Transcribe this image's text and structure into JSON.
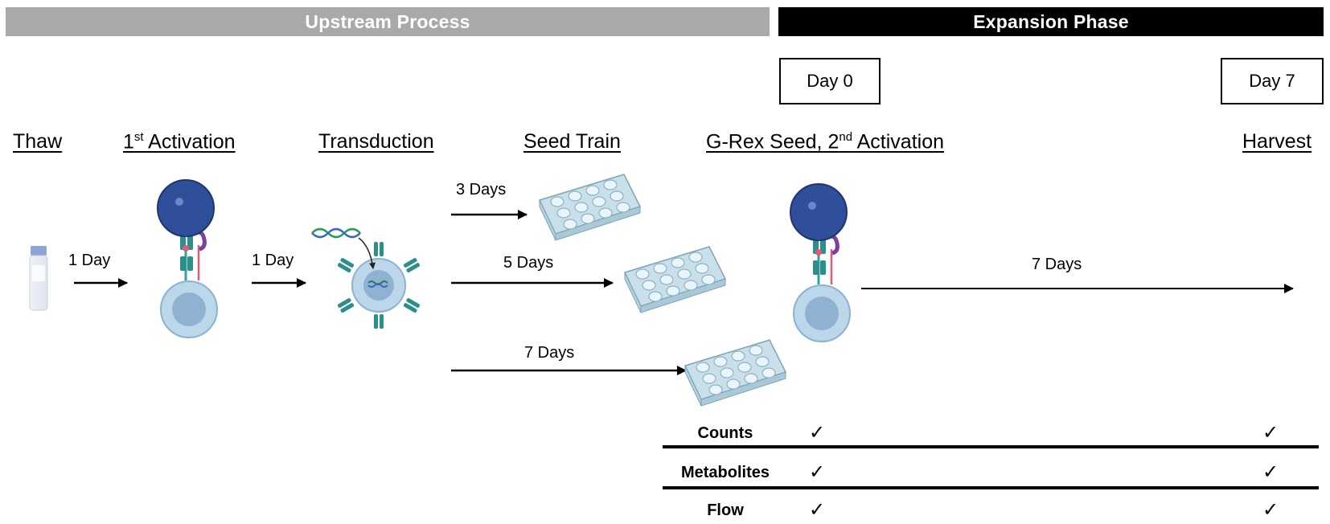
{
  "phases": {
    "upstream": {
      "label": "Upstream Process",
      "color": "#a9a9a9"
    },
    "expansion": {
      "label": "Expansion Phase",
      "color": "#000000"
    }
  },
  "days": {
    "day0": "Day 0",
    "day7": "Day 7"
  },
  "steps": {
    "thaw": "Thaw",
    "activation1_pre": "1",
    "activation1_sup": "st",
    "activation1_post": " Activation",
    "transduction": "Transduction",
    "seed_train": "Seed Train",
    "grex_pre": "G-Rex Seed, 2",
    "grex_sup": "nd",
    "grex_post": " Activation",
    "harvest": "Harvest"
  },
  "durations": {
    "thaw_to_act": "1 Day",
    "act_to_trans": "1 Day",
    "seed_3": "3 Days",
    "seed_5": "5 Days",
    "seed_7": "7 Days",
    "expansion": "7 Days"
  },
  "assays": {
    "rows": [
      {
        "label": "Counts",
        "day0": "✓",
        "day7": "✓"
      },
      {
        "label": "Metabolites",
        "day0": "✓",
        "day7": "✓"
      },
      {
        "label": "Flow",
        "day0": "✓",
        "day7": "✓"
      }
    ]
  }
}
